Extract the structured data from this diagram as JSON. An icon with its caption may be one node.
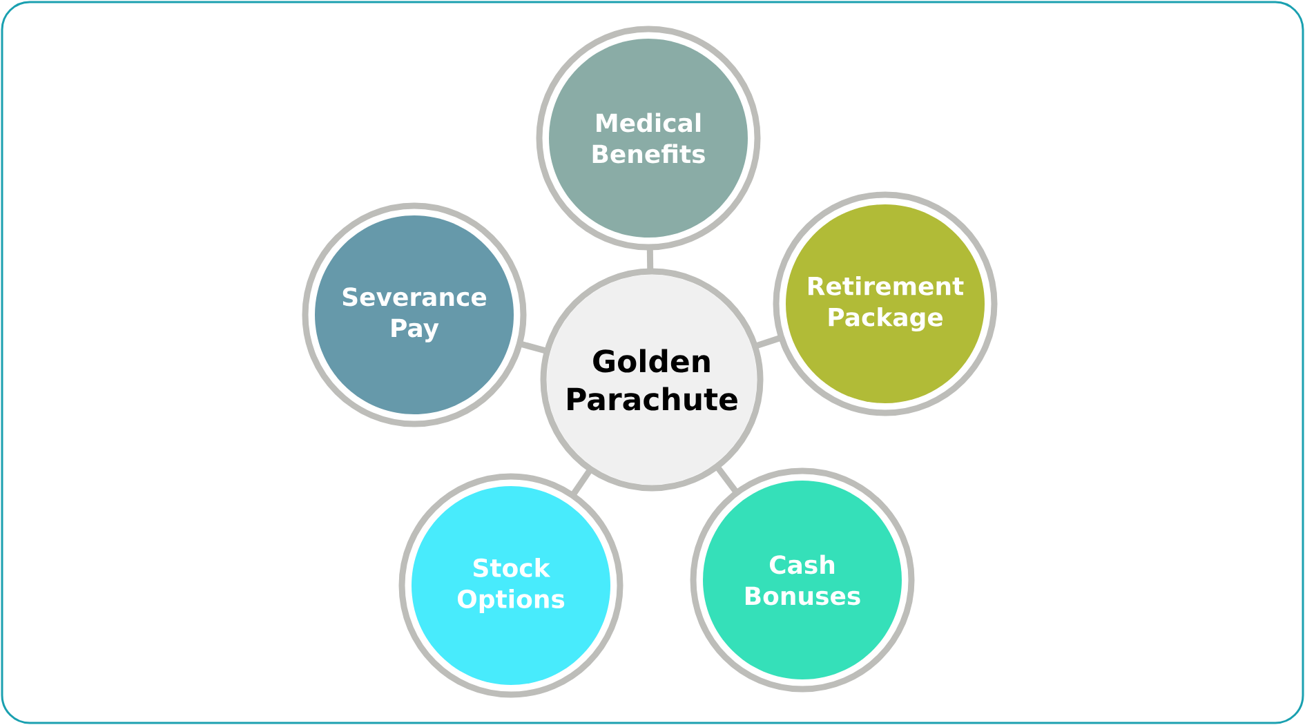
{
  "diagram": {
    "nodes": [
      {
        "text": [
          "Golden Parachute"
        ]
      },
      {
        "text": [
          "Medical Benefits"
        ]
      },
      {
        "text": [
          "Severance Pay"
        ]
      },
      {
        "text": [
          "Retirement Package"
        ]
      },
      {
        "text": [
          "Stock Options"
        ]
      },
      {
        "text": [
          "Cash Bonuses"
        ]
      }
    ],
    "edges": [
      {
        "from": 0,
        "to": 1,
        "arrow": "none"
      },
      {
        "from": 0,
        "to": 2,
        "arrow": "none"
      },
      {
        "from": 0,
        "to": 3,
        "arrow": "none"
      },
      {
        "from": 0,
        "to": 4,
        "arrow": "none"
      },
      {
        "from": 0,
        "to": 5,
        "arrow": "none"
      }
    ]
  }
}
